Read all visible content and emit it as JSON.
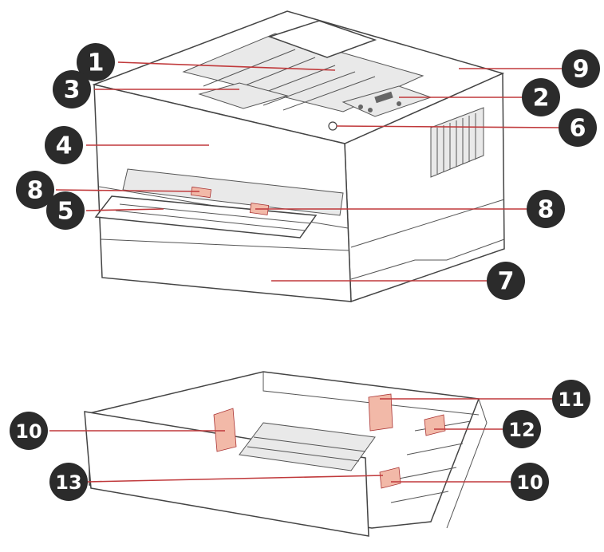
{
  "colors": {
    "callout_fill": "#2b2b2b",
    "callout_text": "#ffffff",
    "leader_line": "#c0393b",
    "highlight": "#f2b9a8",
    "outline": "#444444"
  },
  "callouts": [
    {
      "id": "c1",
      "label": "1"
    },
    {
      "id": "c3",
      "label": "3"
    },
    {
      "id": "c4",
      "label": "4"
    },
    {
      "id": "c8a",
      "label": "8"
    },
    {
      "id": "c5",
      "label": "5"
    },
    {
      "id": "c9",
      "label": "9"
    },
    {
      "id": "c2",
      "label": "2"
    },
    {
      "id": "c6",
      "label": "6"
    },
    {
      "id": "c8b",
      "label": "8"
    },
    {
      "id": "c7",
      "label": "7"
    },
    {
      "id": "c10a",
      "label": "10"
    },
    {
      "id": "c11",
      "label": "11"
    },
    {
      "id": "c12",
      "label": "12"
    },
    {
      "id": "c13",
      "label": "13"
    },
    {
      "id": "c10b",
      "label": "10"
    }
  ]
}
